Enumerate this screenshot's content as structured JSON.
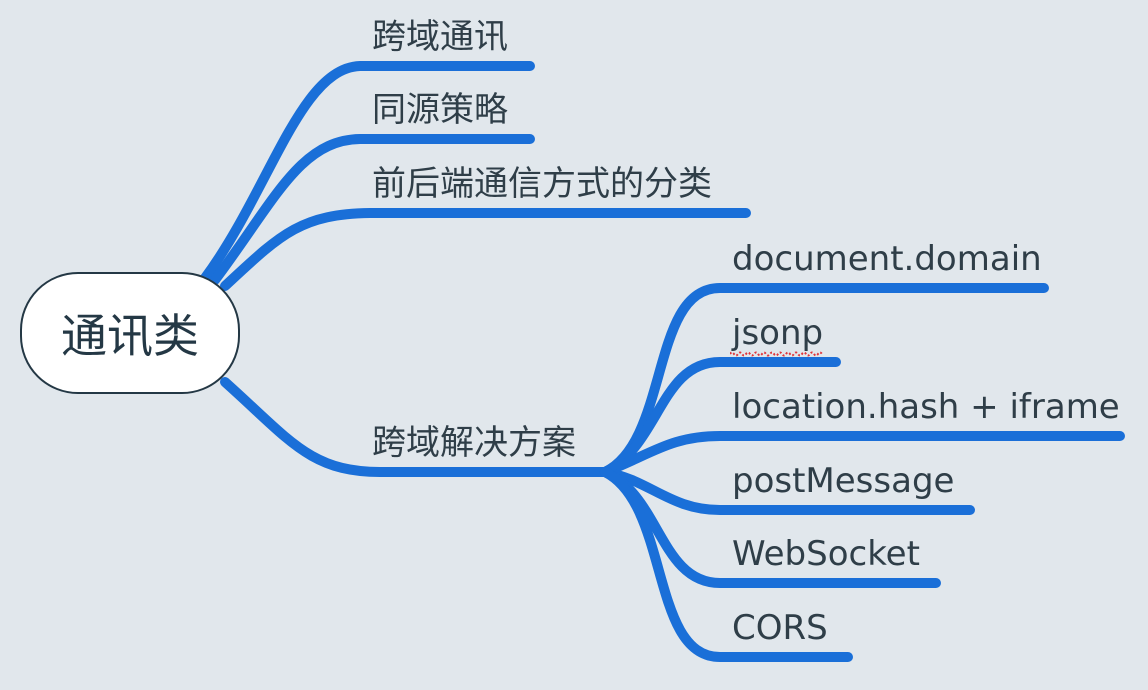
{
  "mindmap": {
    "root": {
      "label": "通讯类"
    },
    "branches": [
      {
        "label": "跨域通讯",
        "children": []
      },
      {
        "label": "同源策略",
        "children": []
      },
      {
        "label": "前后端通信方式的分类",
        "children": []
      },
      {
        "label": "跨域解决方案",
        "children": [
          {
            "label": "document.domain"
          },
          {
            "label": "jsonp"
          },
          {
            "label": "location.hash + iframe"
          },
          {
            "label": "postMessage"
          },
          {
            "label": "WebSocket"
          },
          {
            "label": "CORS"
          }
        ]
      }
    ]
  },
  "colors": {
    "background": "#e1e7ec",
    "branch_line": "#1a6fd8",
    "root_border": "#243845",
    "text": "#2f3e48",
    "spellcheck": "#e0353b"
  }
}
